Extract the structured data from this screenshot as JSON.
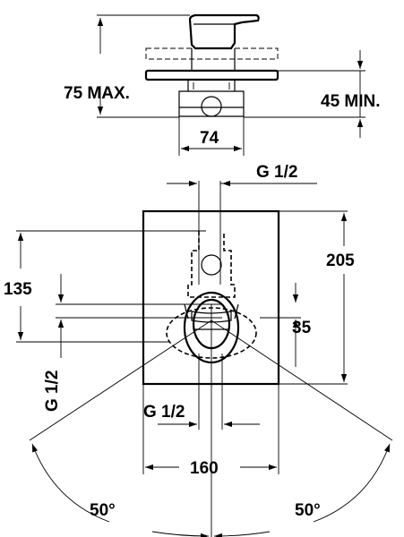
{
  "side_view": {
    "depth_max_label": "75 MAX.",
    "depth_min_label": "45 MIN.",
    "width_label": "74"
  },
  "front_view": {
    "top_connection_label": "G 1/2",
    "height_label": "205",
    "offset_label": "135",
    "center_label": "35",
    "side_connection_label": "G 1/2",
    "bottom_connection_label": "G 1/2",
    "plate_width_label": "160",
    "left_angle_label": "50°",
    "right_angle_label": "50°"
  }
}
